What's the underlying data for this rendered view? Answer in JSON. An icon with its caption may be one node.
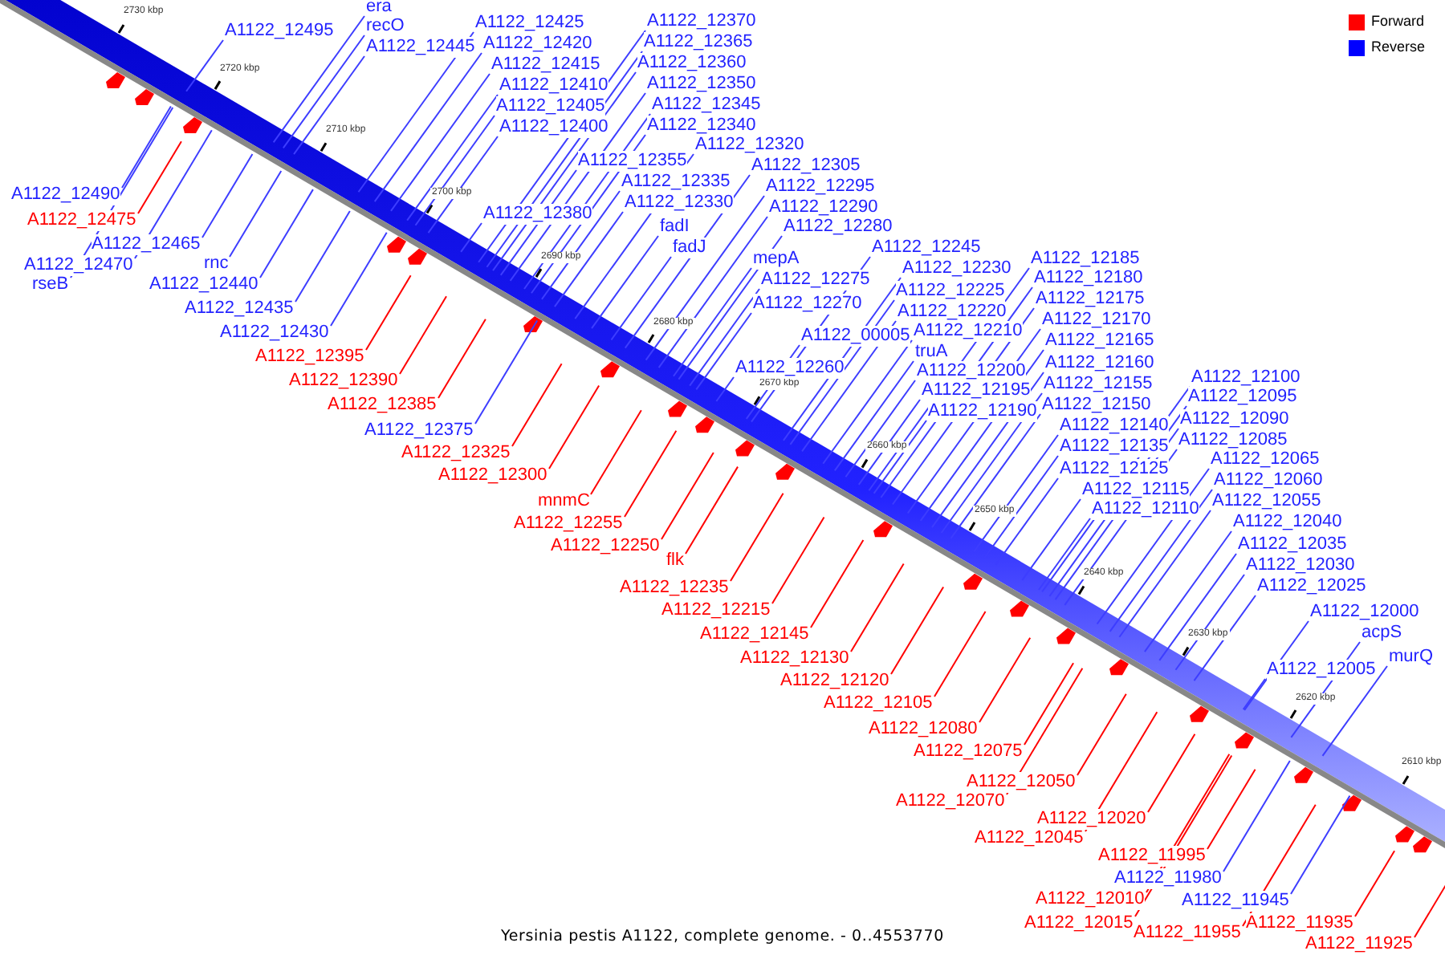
{
  "diagram": {
    "caption": "Yersinia pestis A1122, complete genome. - 0..4553770",
    "nodes": [
      {
        "text": [
          "A1122_12495"
        ]
      },
      {
        "text": [
          "era"
        ]
      },
      {
        "text": [
          "recO"
        ]
      },
      {
        "text": [
          "A1122_12445"
        ]
      },
      {
        "text": [
          "A1122_12425"
        ]
      },
      {
        "text": [
          "A1122_12420"
        ]
      },
      {
        "text": [
          "A1122_12415"
        ]
      },
      {
        "text": [
          "A1122_12410"
        ]
      },
      {
        "text": [
          "A1122_12405"
        ]
      },
      {
        "text": [
          "A1122_12400"
        ]
      },
      {
        "text": [
          "A1122_12370"
        ]
      },
      {
        "text": [
          "A1122_12365"
        ]
      },
      {
        "text": [
          "A1122_12360"
        ]
      },
      {
        "text": [
          "A1122_12350"
        ]
      },
      {
        "text": [
          "A1122_12345"
        ]
      },
      {
        "text": [
          "A1122_12340"
        ]
      },
      {
        "text": [
          "A1122_12320"
        ]
      },
      {
        "text": [
          "A1122_12355"
        ]
      },
      {
        "text": [
          "A1122_12305"
        ]
      },
      {
        "text": [
          "A1122_12335"
        ]
      },
      {
        "text": [
          "A1122_12295"
        ]
      },
      {
        "text": [
          "A1122_12330"
        ]
      },
      {
        "text": [
          "A1122_12290"
        ]
      },
      {
        "text": [
          "A1122_12380"
        ]
      },
      {
        "text": [
          "fadI"
        ]
      },
      {
        "text": [
          "A1122_12280"
        ]
      },
      {
        "text": [
          "fadJ"
        ]
      },
      {
        "text": [
          "A1122_12245"
        ]
      },
      {
        "text": [
          "mepA"
        ]
      },
      {
        "text": [
          "A1122_12185"
        ]
      },
      {
        "text": [
          "A1122_12230"
        ]
      },
      {
        "text": [
          "A1122_12180"
        ]
      },
      {
        "text": [
          "A1122_12275"
        ]
      },
      {
        "text": [
          "A1122_12225"
        ]
      },
      {
        "text": [
          "A1122_12175"
        ]
      },
      {
        "text": [
          "A1122_12270"
        ]
      },
      {
        "text": [
          "A1122_12220"
        ]
      },
      {
        "text": [
          "A1122_12170"
        ]
      },
      {
        "text": [
          "A1122_12210"
        ]
      },
      {
        "text": [
          "A1122_00005"
        ]
      },
      {
        "text": [
          "A1122_12165"
        ]
      },
      {
        "text": [
          "truA"
        ]
      },
      {
        "text": [
          "A1122_12160"
        ]
      },
      {
        "text": [
          "A1122_12200"
        ]
      },
      {
        "text": [
          "A1122_12100"
        ]
      },
      {
        "text": [
          "A1122_12260"
        ]
      },
      {
        "text": [
          "A1122_12155"
        ]
      },
      {
        "text": [
          "A1122_12195"
        ]
      },
      {
        "text": [
          "A1122_12095"
        ]
      },
      {
        "text": [
          "A1122_12150"
        ]
      },
      {
        "text": [
          "A1122_12190"
        ]
      },
      {
        "text": [
          "A1122_12090"
        ]
      },
      {
        "text": [
          "A1122_12140"
        ]
      },
      {
        "text": [
          "A1122_12085"
        ]
      },
      {
        "text": [
          "A1122_12135"
        ]
      },
      {
        "text": [
          "A1122_12065"
        ]
      },
      {
        "text": [
          "A1122_12125"
        ]
      },
      {
        "text": [
          "A1122_12060"
        ]
      },
      {
        "text": [
          "A1122_12115"
        ]
      },
      {
        "text": [
          "A1122_12055"
        ]
      },
      {
        "text": [
          "A1122_12110"
        ]
      },
      {
        "text": [
          "A1122_12040"
        ]
      },
      {
        "text": [
          "A1122_12035"
        ]
      },
      {
        "text": [
          "A1122_12030"
        ]
      },
      {
        "text": [
          "A1122_12025"
        ]
      },
      {
        "text": [
          "A1122_12000"
        ]
      },
      {
        "text": [
          "acpS"
        ]
      },
      {
        "text": [
          "murQ"
        ]
      },
      {
        "text": [
          "A1122_12005"
        ]
      },
      {
        "text": [
          "A1122_12490"
        ]
      },
      {
        "text": [
          "A1122_12475"
        ]
      },
      {
        "text": [
          "A1122_12465"
        ]
      },
      {
        "text": [
          "A1122_12470"
        ]
      },
      {
        "text": [
          "rnc"
        ]
      },
      {
        "text": [
          "rseB"
        ]
      },
      {
        "text": [
          "A1122_12440"
        ]
      },
      {
        "text": [
          "A1122_12435"
        ]
      },
      {
        "text": [
          "A1122_12430"
        ]
      },
      {
        "text": [
          "A1122_12395"
        ]
      },
      {
        "text": [
          "A1122_12390"
        ]
      },
      {
        "text": [
          "A1122_12385"
        ]
      },
      {
        "text": [
          "A1122_12375"
        ]
      },
      {
        "text": [
          "A1122_12325"
        ]
      },
      {
        "text": [
          "A1122_12300"
        ]
      },
      {
        "text": [
          "mnmC"
        ]
      },
      {
        "text": [
          "A1122_12255"
        ]
      },
      {
        "text": [
          "A1122_12250"
        ]
      },
      {
        "text": [
          "flk"
        ]
      },
      {
        "text": [
          "A1122_12235"
        ]
      },
      {
        "text": [
          "A1122_12215"
        ]
      },
      {
        "text": [
          "A1122_12145"
        ]
      },
      {
        "text": [
          "A1122_12130"
        ]
      },
      {
        "text": [
          "A1122_12120"
        ]
      },
      {
        "text": [
          "A1122_12105"
        ]
      },
      {
        "text": [
          "A1122_12080"
        ]
      },
      {
        "text": [
          "A1122_12075"
        ]
      },
      {
        "text": [
          "A1122_12050"
        ]
      },
      {
        "text": [
          "A1122_12070"
        ]
      },
      {
        "text": [
          "A1122_12020"
        ]
      },
      {
        "text": [
          "A1122_12045"
        ]
      },
      {
        "text": [
          "A1122_11995"
        ]
      },
      {
        "text": [
          "A1122_11980"
        ]
      },
      {
        "text": [
          "A1122_12010"
        ]
      },
      {
        "text": [
          "A1122_11945"
        ]
      },
      {
        "text": [
          "A1122_12015"
        ]
      },
      {
        "text": [
          "A1122_11935"
        ]
      },
      {
        "text": [
          "A1122_11955"
        ]
      },
      {
        "text": [
          "A1122_11925"
        ]
      }
    ],
    "edges": [
      {
        "from": 0,
        "to": null,
        "arrow": "none"
      },
      {
        "from": 1,
        "to": null,
        "arrow": "none"
      },
      {
        "from": 2,
        "to": null,
        "arrow": "none"
      },
      {
        "from": 3,
        "to": null,
        "arrow": "none"
      },
      {
        "from": 4,
        "to": null,
        "arrow": "none"
      },
      {
        "from": 5,
        "to": null,
        "arrow": "none"
      },
      {
        "from": 6,
        "to": null,
        "arrow": "none"
      },
      {
        "from": 7,
        "to": null,
        "arrow": "none"
      },
      {
        "from": 8,
        "to": null,
        "arrow": "none"
      },
      {
        "from": 9,
        "to": null,
        "arrow": "none"
      },
      {
        "from": 10,
        "to": null,
        "arrow": "none"
      },
      {
        "from": 11,
        "to": null,
        "arrow": "none"
      },
      {
        "from": 12,
        "to": null,
        "arrow": "none"
      },
      {
        "from": 13,
        "to": null,
        "arrow": "none"
      },
      {
        "from": 14,
        "to": null,
        "arrow": "none"
      },
      {
        "from": 15,
        "to": null,
        "arrow": "none"
      },
      {
        "from": 16,
        "to": null,
        "arrow": "none"
      },
      {
        "from": 17,
        "to": null,
        "arrow": "none"
      },
      {
        "from": 18,
        "to": null,
        "arrow": "none"
      },
      {
        "from": 19,
        "to": null,
        "arrow": "none"
      },
      {
        "from": 20,
        "to": null,
        "arrow": "none"
      },
      {
        "from": 21,
        "to": null,
        "arrow": "none"
      },
      {
        "from": 22,
        "to": null,
        "arrow": "none"
      },
      {
        "from": 23,
        "to": null,
        "arrow": "none"
      },
      {
        "from": 24,
        "to": null,
        "arrow": "none"
      },
      {
        "from": 25,
        "to": null,
        "arrow": "none"
      },
      {
        "from": 26,
        "to": null,
        "arrow": "none"
      },
      {
        "from": 27,
        "to": null,
        "arrow": "none"
      },
      {
        "from": 28,
        "to": null,
        "arrow": "none"
      },
      {
        "from": 29,
        "to": null,
        "arrow": "none"
      },
      {
        "from": 30,
        "to": null,
        "arrow": "none"
      },
      {
        "from": 31,
        "to": null,
        "arrow": "none"
      },
      {
        "from": 32,
        "to": null,
        "arrow": "none"
      },
      {
        "from": 33,
        "to": null,
        "arrow": "none"
      },
      {
        "from": 34,
        "to": null,
        "arrow": "none"
      },
      {
        "from": 35,
        "to": null,
        "arrow": "none"
      },
      {
        "from": 36,
        "to": null,
        "arrow": "none"
      },
      {
        "from": 37,
        "to": null,
        "arrow": "none"
      },
      {
        "from": 38,
        "to": null,
        "arrow": "none"
      },
      {
        "from": 39,
        "to": null,
        "arrow": "none"
      },
      {
        "from": 40,
        "to": null,
        "arrow": "none"
      },
      {
        "from": 41,
        "to": null,
        "arrow": "none"
      },
      {
        "from": 42,
        "to": null,
        "arrow": "none"
      },
      {
        "from": 43,
        "to": null,
        "arrow": "none"
      },
      {
        "from": 44,
        "to": null,
        "arrow": "none"
      },
      {
        "from": 45,
        "to": null,
        "arrow": "none"
      },
      {
        "from": 46,
        "to": null,
        "arrow": "none"
      },
      {
        "from": 47,
        "to": null,
        "arrow": "none"
      },
      {
        "from": 48,
        "to": null,
        "arrow": "none"
      },
      {
        "from": 49,
        "to": null,
        "arrow": "none"
      },
      {
        "from": 50,
        "to": null,
        "arrow": "none"
      },
      {
        "from": 51,
        "to": null,
        "arrow": "none"
      },
      {
        "from": 52,
        "to": null,
        "arrow": "none"
      },
      {
        "from": 53,
        "to": null,
        "arrow": "none"
      },
      {
        "from": 54,
        "to": null,
        "arrow": "none"
      },
      {
        "from": 55,
        "to": null,
        "arrow": "none"
      },
      {
        "from": 56,
        "to": null,
        "arrow": "none"
      },
      {
        "from": 57,
        "to": null,
        "arrow": "none"
      },
      {
        "from": 58,
        "to": null,
        "arrow": "none"
      },
      {
        "from": 59,
        "to": null,
        "arrow": "none"
      },
      {
        "from": 60,
        "to": null,
        "arrow": "none"
      },
      {
        "from": 61,
        "to": null,
        "arrow": "none"
      },
      {
        "from": 62,
        "to": null,
        "arrow": "none"
      },
      {
        "from": 63,
        "to": null,
        "arrow": "none"
      },
      {
        "from": 64,
        "to": null,
        "arrow": "none"
      },
      {
        "from": 65,
        "to": null,
        "arrow": "none"
      },
      {
        "from": 66,
        "to": null,
        "arrow": "none"
      },
      {
        "from": 67,
        "to": null,
        "arrow": "none"
      },
      {
        "from": 68,
        "to": null,
        "arrow": "none"
      },
      {
        "from": 69,
        "to": null,
        "arrow": "none"
      },
      {
        "from": 70,
        "to": null,
        "arrow": "none",
        "color": "#ff0000"
      },
      {
        "from": 71,
        "to": null,
        "arrow": "none"
      },
      {
        "from": 72,
        "to": null,
        "arrow": "none"
      },
      {
        "from": 73,
        "to": null,
        "arrow": "none"
      },
      {
        "from": 74,
        "to": null,
        "arrow": "none"
      },
      {
        "from": 75,
        "to": null,
        "arrow": "none"
      },
      {
        "from": 76,
        "to": null,
        "arrow": "none"
      },
      {
        "from": 77,
        "to": null,
        "arrow": "none"
      },
      {
        "from": 78,
        "to": null,
        "arrow": "none",
        "color": "#ff0000"
      },
      {
        "from": 79,
        "to": null,
        "arrow": "none",
        "color": "#ff0000"
      },
      {
        "from": 80,
        "to": null,
        "arrow": "none",
        "color": "#ff0000"
      },
      {
        "from": 81,
        "to": null,
        "arrow": "none"
      },
      {
        "from": 82,
        "to": null,
        "arrow": "none",
        "color": "#ff0000"
      },
      {
        "from": 83,
        "to": null,
        "arrow": "none",
        "color": "#ff0000"
      },
      {
        "from": 84,
        "to": null,
        "arrow": "none",
        "color": "#ff0000"
      },
      {
        "from": 85,
        "to": null,
        "arrow": "none",
        "color": "#ff0000"
      },
      {
        "from": 86,
        "to": null,
        "arrow": "none",
        "color": "#ff0000"
      },
      {
        "from": 87,
        "to": null,
        "arrow": "none",
        "color": "#ff0000"
      },
      {
        "from": 88,
        "to": null,
        "arrow": "none",
        "color": "#ff0000"
      },
      {
        "from": 89,
        "to": null,
        "arrow": "none",
        "color": "#ff0000"
      },
      {
        "from": 90,
        "to": null,
        "arrow": "none",
        "color": "#ff0000"
      },
      {
        "from": 91,
        "to": null,
        "arrow": "none",
        "color": "#ff0000"
      },
      {
        "from": 92,
        "to": null,
        "arrow": "none",
        "color": "#ff0000"
      },
      {
        "from": 93,
        "to": null,
        "arrow": "none",
        "color": "#ff0000"
      },
      {
        "from": 94,
        "to": null,
        "arrow": "none",
        "color": "#ff0000"
      },
      {
        "from": 95,
        "to": null,
        "arrow": "none",
        "color": "#ff0000"
      },
      {
        "from": 96,
        "to": null,
        "arrow": "none",
        "color": "#ff0000"
      },
      {
        "from": 97,
        "to": null,
        "arrow": "none",
        "color": "#ff0000"
      },
      {
        "from": 98,
        "to": null,
        "arrow": "none",
        "color": "#ff0000"
      },
      {
        "from": 99,
        "to": null,
        "arrow": "none",
        "color": "#ff0000"
      },
      {
        "from": 100,
        "to": null,
        "arrow": "none",
        "color": "#ff0000"
      },
      {
        "from": 101,
        "to": null,
        "arrow": "none"
      },
      {
        "from": 102,
        "to": null,
        "arrow": "none",
        "color": "#ff0000"
      },
      {
        "from": 103,
        "to": null,
        "arrow": "none"
      },
      {
        "from": 104,
        "to": null,
        "arrow": "none",
        "color": "#ff0000"
      },
      {
        "from": 105,
        "to": null,
        "arrow": "none",
        "color": "#ff0000"
      },
      {
        "from": 106,
        "to": null,
        "arrow": "none",
        "color": "#ff0000"
      },
      {
        "from": 107,
        "to": null,
        "arrow": "none",
        "color": "#ff0000"
      }
    ],
    "labels": [
      "2730 kbp",
      "2720 kbp",
      "2710 kbp",
      "2700 kbp",
      "2690 kbp",
      "2680 kbp",
      "2670 kbp",
      "2660 kbp",
      "2650 kbp",
      "2640 kbp",
      "2630 kbp",
      "2620 kbp",
      "2610 kbp"
    ],
    "legend": [
      {
        "text": "Forward",
        "color": "#ff0000"
      },
      {
        "text": "Reverse",
        "color": "#0000ff"
      }
    ]
  }
}
